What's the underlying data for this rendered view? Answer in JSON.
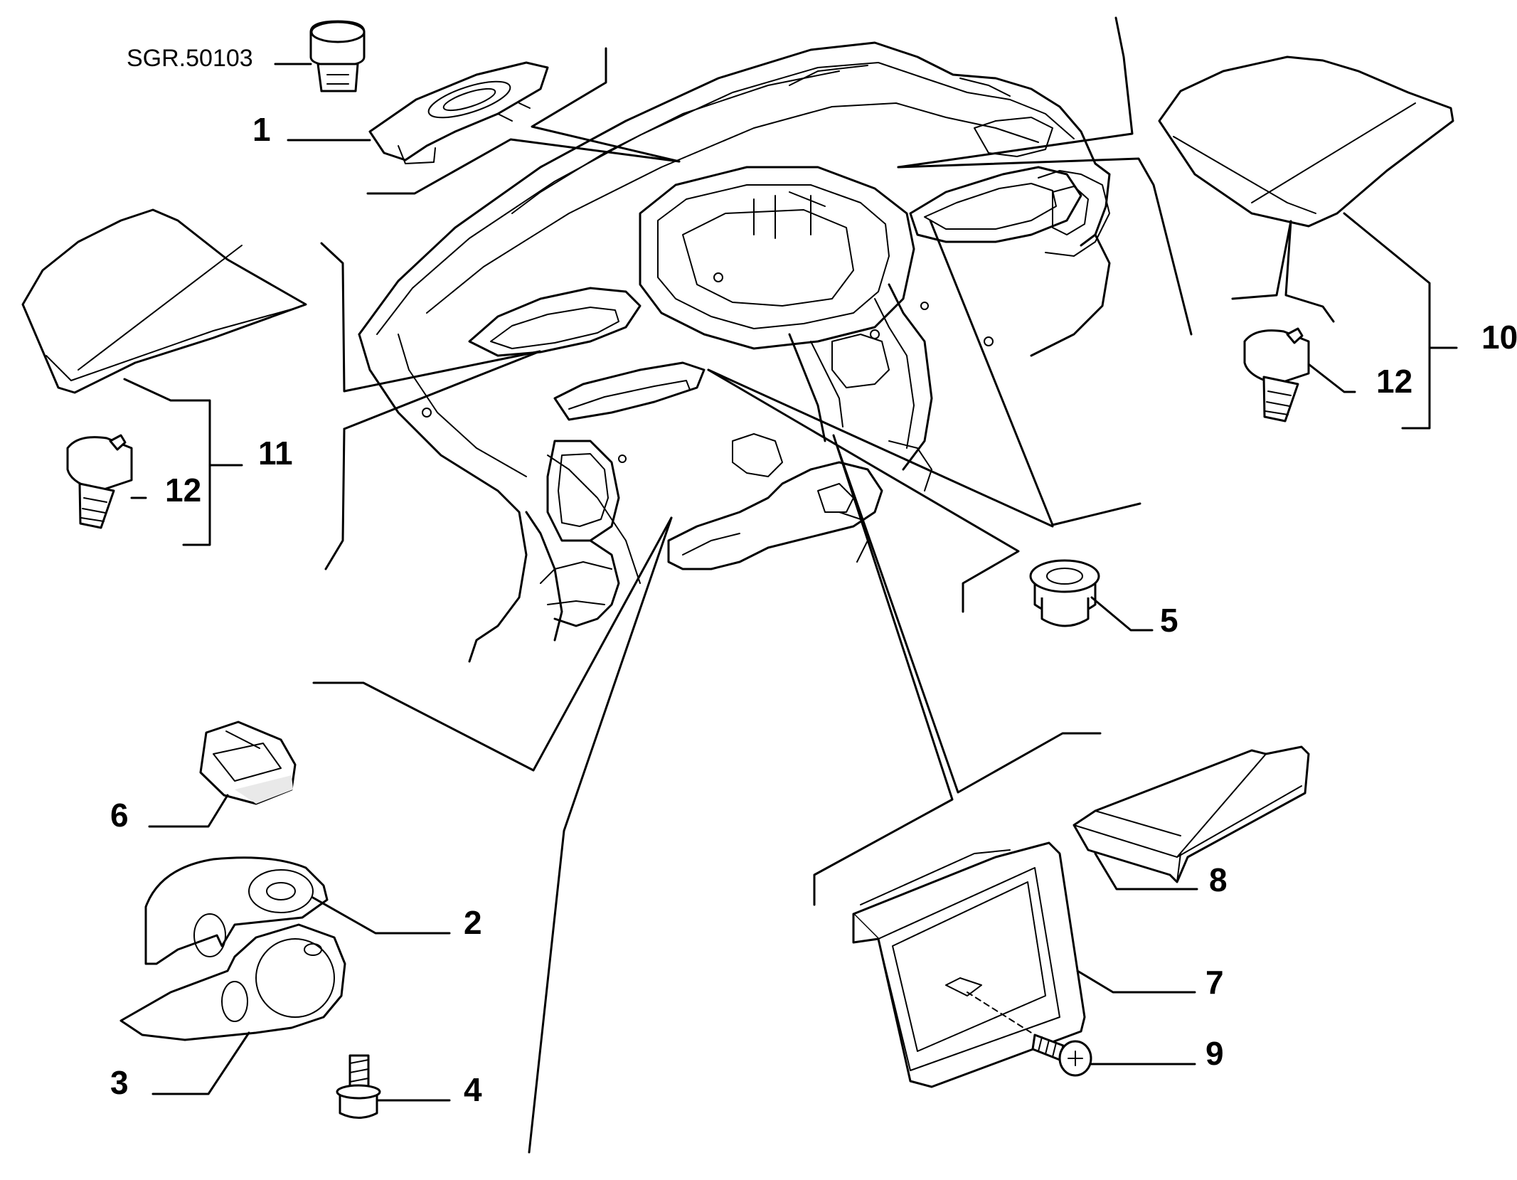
{
  "reference_code": "SGR.50103",
  "labels": {
    "p1": "1",
    "p2": "2",
    "p3": "3",
    "p4": "4",
    "p5": "5",
    "p6": "6",
    "p7": "7",
    "p8": "8",
    "p9": "9",
    "p10": "10",
    "p11": "11",
    "p12_left": "12",
    "p12_right": "12"
  },
  "parts": [
    {
      "id": "p1",
      "depicts": "top bezel cover"
    },
    {
      "id": "p2",
      "depicts": "upper steering column shroud"
    },
    {
      "id": "p3",
      "depicts": "lower steering column shroud"
    },
    {
      "id": "p4",
      "depicts": "flange screw"
    },
    {
      "id": "p5",
      "depicts": "grommet"
    },
    {
      "id": "p6",
      "depicts": "spring clip"
    },
    {
      "id": "p7",
      "depicts": "stowage compartment frame"
    },
    {
      "id": "p8",
      "depicts": "stowage compartment tray"
    },
    {
      "id": "p9",
      "depicts": "cross-head screw"
    },
    {
      "id": "p10",
      "depicts": "right end cap"
    },
    {
      "id": "p11",
      "depicts": "left end cap"
    },
    {
      "id": "p12",
      "depicts": "push-in fastener"
    }
  ]
}
